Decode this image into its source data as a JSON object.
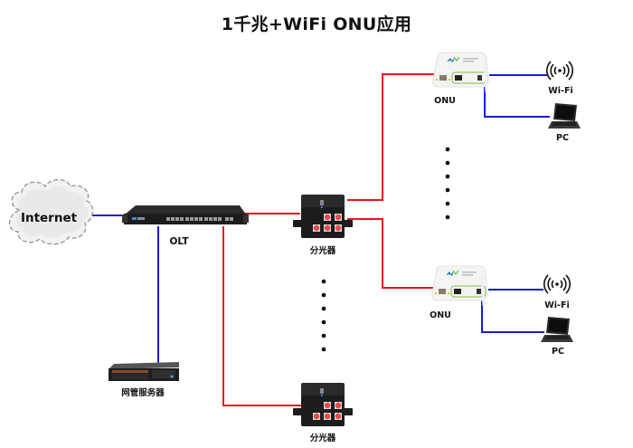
{
  "title": "1千兆+WiFi ONU应用",
  "colors": {
    "fiber_line": "#e8141b",
    "ethernet_line": "#1a1adf",
    "device_dark": "#1c1c1e",
    "port_red": "#e84a4a",
    "onu_body": "#f4f4f4",
    "onu_port_outline": "#7bc043"
  },
  "nodes": {
    "internet": {
      "label": "Internet",
      "icon": "cloud-icon"
    },
    "olt": {
      "label": "OLT",
      "icon": "olt-rack-icon"
    },
    "nms": {
      "label": "网管服务器",
      "icon": "server-icon"
    },
    "splitter_top": {
      "label": "分光器",
      "icon": "splitter-icon"
    },
    "splitter_bottom": {
      "label": "分光器",
      "icon": "splitter-icon"
    },
    "onu_top": {
      "label": "ONU",
      "icon": "onu-icon"
    },
    "onu_bottom": {
      "label": "ONU",
      "icon": "onu-icon"
    },
    "wifi_top": {
      "label": "Wi-Fi",
      "icon": "wifi-icon"
    },
    "wifi_bottom": {
      "label": "Wi-Fi",
      "icon": "wifi-icon"
    },
    "pc_top": {
      "label": "PC",
      "icon": "laptop-icon"
    },
    "pc_bottom": {
      "label": "PC",
      "icon": "laptop-icon"
    }
  },
  "links": [
    {
      "from": "internet",
      "to": "olt",
      "type": "ethernet"
    },
    {
      "from": "olt",
      "to": "nms",
      "type": "ethernet"
    },
    {
      "from": "olt",
      "to": "splitter_top",
      "type": "fiber"
    },
    {
      "from": "olt",
      "to": "splitter_bottom",
      "type": "fiber"
    },
    {
      "from": "splitter_top",
      "to": "onu_top",
      "type": "fiber"
    },
    {
      "from": "splitter_top",
      "to": "onu_bottom",
      "type": "fiber"
    },
    {
      "from": "onu_top",
      "to": "wifi_top",
      "type": "ethernet"
    },
    {
      "from": "onu_top",
      "to": "pc_top",
      "type": "ethernet"
    },
    {
      "from": "onu_bottom",
      "to": "wifi_bottom",
      "type": "ethernet"
    },
    {
      "from": "onu_bottom",
      "to": "pc_bottom",
      "type": "ethernet"
    }
  ],
  "ellipsis": {
    "onus": {
      "dot_count": 6
    },
    "splitters": {
      "dot_count": 6
    }
  }
}
